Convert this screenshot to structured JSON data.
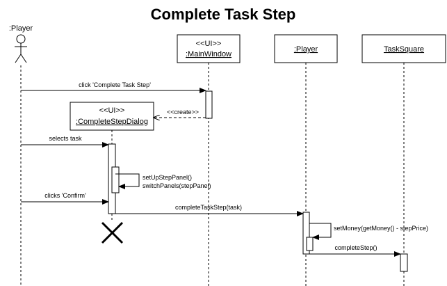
{
  "title": "Complete Task Step",
  "actor": {
    "label": ":Player"
  },
  "lifelines": {
    "main_window": {
      "stereotype": "<<UI>>",
      "name": ":MainWindow"
    },
    "player": {
      "name": ":Player"
    },
    "task_square": {
      "name": "TaskSquare"
    },
    "dialog": {
      "stereotype": "<<UI>>",
      "name": ":CompleteStepDialog"
    }
  },
  "messages": {
    "click_complete": "click 'Complete Task Step'",
    "create": "<<create>>",
    "selects_task": "selects task",
    "setup_panel": "setUpStepPanel()",
    "switch_panels": "switchPanels(stepPanel)",
    "clicks_confirm": "clicks 'Confirm'",
    "complete_task_step": "completeTaskStep(task)",
    "set_money": "setMoney(getMoney() - stepPrice)",
    "complete_step": "completeStep()"
  }
}
